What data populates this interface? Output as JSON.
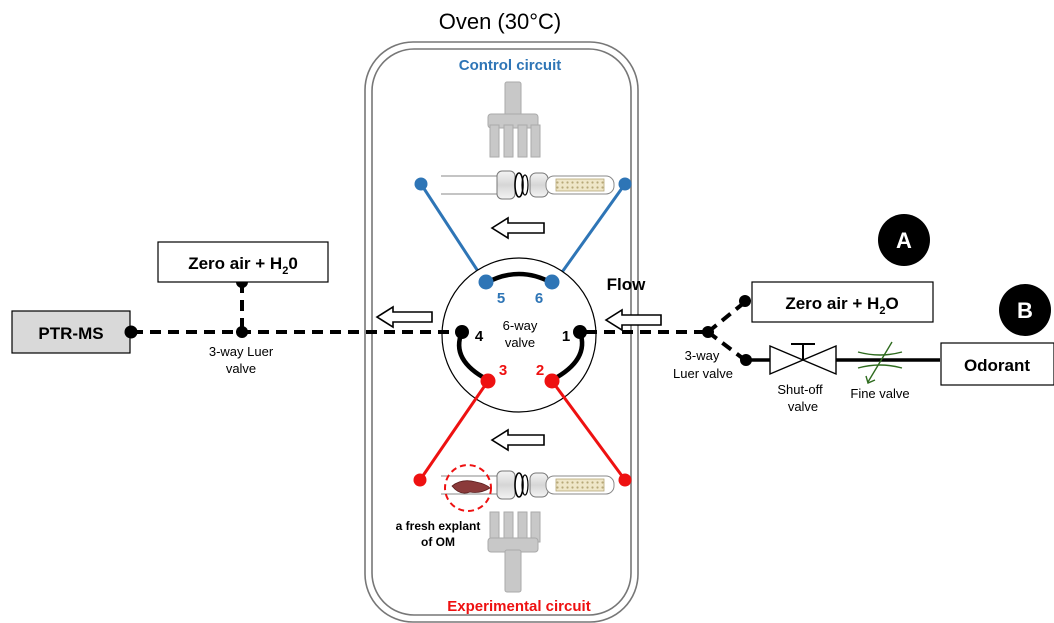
{
  "oven": {
    "title": "Oven (30°C)"
  },
  "circuits": {
    "control": {
      "label": "Control circuit",
      "color": "#2e75b6"
    },
    "experimental": {
      "label": "Experimental circuit",
      "color": "#ee1111"
    }
  },
  "valve": {
    "label_line1": "6-way",
    "label_line2": "valve",
    "ports": [
      "1",
      "2",
      "3",
      "4",
      "5",
      "6"
    ]
  },
  "flow": {
    "label": "Flow"
  },
  "left": {
    "ptr_ms": "PTR-MS",
    "zero_air_prefix": "Zero air + H",
    "zero_air_sub": "2",
    "zero_air_suffix": "0",
    "luer_line1": "3-way Luer",
    "luer_line2": "valve"
  },
  "right": {
    "zero_air_prefix": "Zero air + H",
    "zero_air_sub": "2",
    "zero_air_suffix": "O",
    "luer_line1": "3-way",
    "luer_line2": "Luer valve",
    "shutoff_line1": "Shut-off",
    "shutoff_line2": "valve",
    "fine_valve": "Fine valve",
    "odorant": "Odorant"
  },
  "markers": {
    "a": "A",
    "b": "B"
  },
  "explant": {
    "line1": "a fresh explant",
    "line2": "of OM"
  }
}
